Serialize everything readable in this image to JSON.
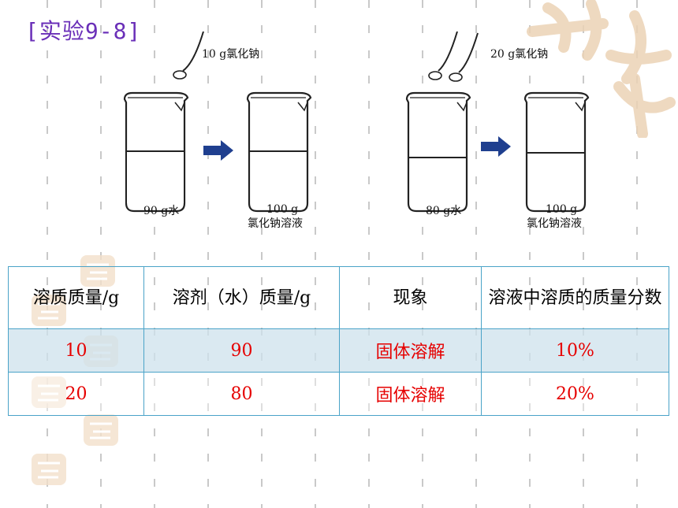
{
  "title": "[实验9-8]",
  "experiments": [
    {
      "spoon_label": "10 g氯化钠",
      "beaker_before_label": "90 g水",
      "beaker_after_label_line1": "100 g",
      "beaker_after_label_line2": "氯化钠溶液"
    },
    {
      "spoon_label": "20 g氯化钠",
      "beaker_before_label": "80 g水",
      "beaker_after_label_line1": "100 g",
      "beaker_after_label_line2": "氯化钠溶液"
    }
  ],
  "table": {
    "headers": [
      "溶质质量/g",
      "溶剂（水）质量/g",
      "现象",
      "溶液中溶质的质量分数"
    ],
    "rows": [
      [
        "10",
        "90",
        "固体溶解",
        "10%"
      ],
      [
        "20",
        "80",
        "固体溶解",
        "20%"
      ]
    ]
  },
  "colors": {
    "title": "#6a2fb8",
    "table_border": "#4aa3c8",
    "row_shade": "#cde2ec",
    "result_text": "#e60000",
    "arrow": "#1f3f8f",
    "decor": "#e8c9a8"
  }
}
